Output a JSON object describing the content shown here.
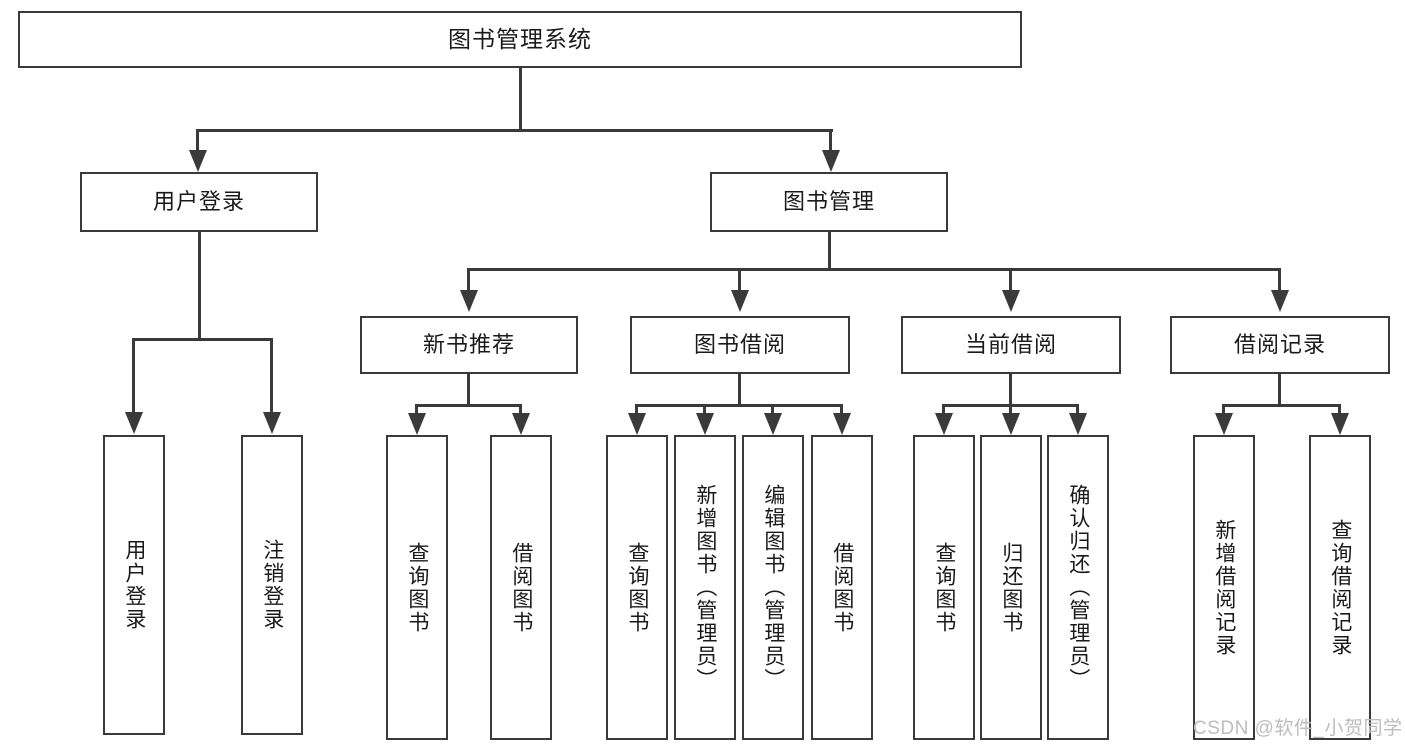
{
  "diagram": {
    "type": "tree-hierarchy",
    "title": "图书管理系统",
    "levels": {
      "root": {
        "label": "图书管理系统"
      },
      "level2": [
        {
          "id": "user-login",
          "label": "用户登录"
        },
        {
          "id": "book-management",
          "label": "图书管理"
        }
      ],
      "level3": [
        {
          "id": "new-book-recommend",
          "label": "新书推荐",
          "parent": "book-management"
        },
        {
          "id": "book-borrow",
          "label": "图书借阅",
          "parent": "book-management"
        },
        {
          "id": "current-borrow",
          "label": "当前借阅",
          "parent": "book-management"
        },
        {
          "id": "borrow-record",
          "label": "借阅记录",
          "parent": "book-management"
        }
      ],
      "leaves": [
        {
          "id": "leaf-user-login",
          "label": "用户登录",
          "parent": "user-login"
        },
        {
          "id": "leaf-logout-login",
          "label": "注销登录",
          "parent": "user-login"
        },
        {
          "id": "leaf-query-book-1",
          "label": "查询图书",
          "parent": "new-book-recommend"
        },
        {
          "id": "leaf-borrow-book-1",
          "label": "借阅图书",
          "parent": "new-book-recommend"
        },
        {
          "id": "leaf-query-book-2",
          "label": "查询图书",
          "parent": "book-borrow"
        },
        {
          "id": "leaf-add-book",
          "label": "新增图书（管理员）",
          "parent": "book-borrow"
        },
        {
          "id": "leaf-edit-book",
          "label": "编辑图书（管理员）",
          "parent": "book-borrow"
        },
        {
          "id": "leaf-borrow-book-2",
          "label": "借阅图书",
          "parent": "book-borrow"
        },
        {
          "id": "leaf-query-book-3",
          "label": "查询图书",
          "parent": "current-borrow"
        },
        {
          "id": "leaf-return-book",
          "label": "归还图书",
          "parent": "current-borrow"
        },
        {
          "id": "leaf-confirm-return",
          "label": "确认归还（管理员）",
          "parent": "current-borrow"
        },
        {
          "id": "leaf-add-record",
          "label": "新增借阅记录",
          "parent": "borrow-record"
        },
        {
          "id": "leaf-query-record",
          "label": "查询借阅记录",
          "parent": "borrow-record"
        }
      ]
    },
    "colors": {
      "stroke": "#3a3a3a",
      "fill": "#ffffff",
      "text": "#1a1a1a",
      "watermark": "#bdbdbd"
    }
  },
  "watermark": {
    "text": "CSDN @软件_小贺同学"
  }
}
